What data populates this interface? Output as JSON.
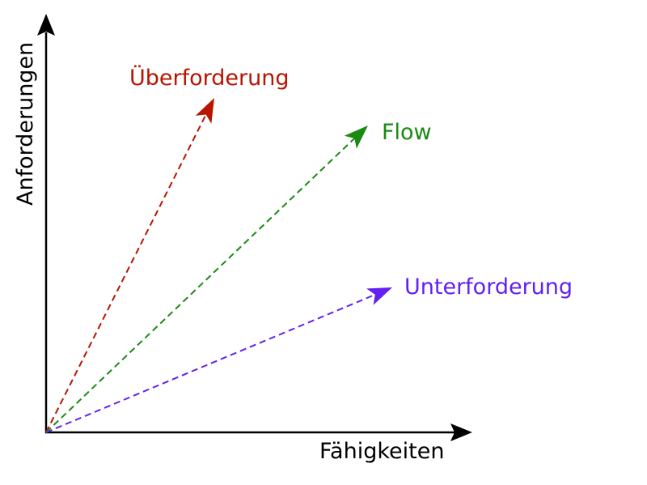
{
  "axes": {
    "x_label": "Fähigkeiten",
    "y_label": "Anforderungen"
  },
  "arrows": [
    {
      "label": "Überforderung",
      "color": "#b81400"
    },
    {
      "label": "Flow",
      "color": "#1a8a10"
    },
    {
      "label": "Unterforderung",
      "color": "#6420f0"
    }
  ],
  "axis_color": "#000000"
}
